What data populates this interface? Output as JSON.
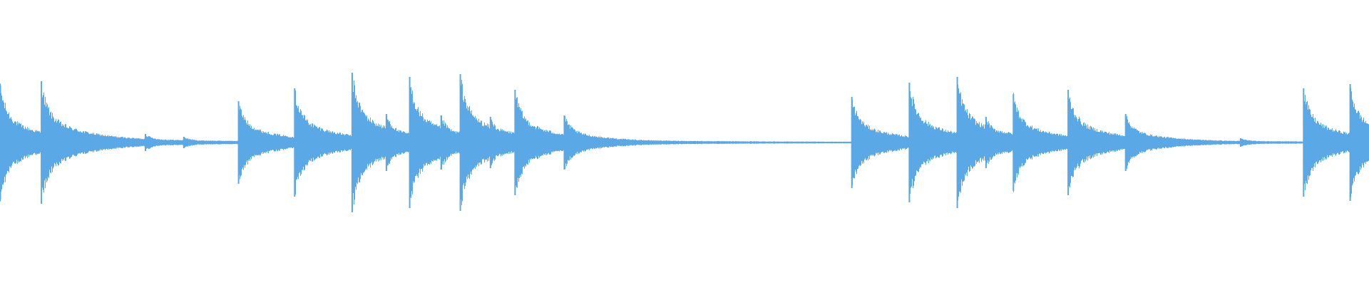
{
  "waveform": {
    "color": "#5aa9e6",
    "baseline_color": "#5aa9e6",
    "hits": [
      {
        "t": 0.0,
        "amp": 0.4
      },
      {
        "t": 0.03,
        "amp": 0.43
      },
      {
        "t": 0.106,
        "amp": 0.06
      },
      {
        "t": 0.134,
        "amp": 0.04
      },
      {
        "t": 0.174,
        "amp": 0.29
      },
      {
        "t": 0.215,
        "amp": 0.38
      },
      {
        "t": 0.239,
        "amp": 0.08
      },
      {
        "t": 0.257,
        "amp": 0.49
      },
      {
        "t": 0.282,
        "amp": 0.2
      },
      {
        "t": 0.299,
        "amp": 0.46
      },
      {
        "t": 0.322,
        "amp": 0.19
      },
      {
        "t": 0.336,
        "amp": 0.48
      },
      {
        "t": 0.358,
        "amp": 0.18
      },
      {
        "t": 0.376,
        "amp": 0.37
      },
      {
        "t": 0.412,
        "amp": 0.19
      },
      {
        "t": 0.622,
        "amp": 0.32
      },
      {
        "t": 0.664,
        "amp": 0.42
      },
      {
        "t": 0.699,
        "amp": 0.46
      },
      {
        "t": 0.72,
        "amp": 0.18
      },
      {
        "t": 0.74,
        "amp": 0.34
      },
      {
        "t": 0.78,
        "amp": 0.37
      },
      {
        "t": 0.822,
        "amp": 0.2
      },
      {
        "t": 0.906,
        "amp": 0.03
      },
      {
        "t": 0.952,
        "amp": 0.38
      },
      {
        "t": 0.986,
        "amp": 0.41
      }
    ]
  }
}
